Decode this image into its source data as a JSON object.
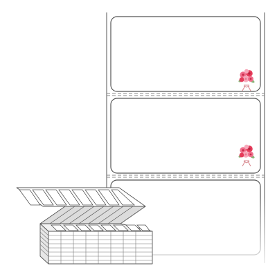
{
  "product": {
    "kind": "fanfold-label-stock",
    "label_count_visible": 3,
    "label_shape": "rounded-rectangle",
    "perforation": "dashed",
    "motif_icon": "flower-bouquet-icon"
  },
  "colors": {
    "outline": "#555555",
    "perforation": "#888888",
    "stack_shade": "#dcdcdc",
    "label_face": "#ffffff",
    "flower_pink": "#f06e8c",
    "flower_red": "#e53b5a",
    "flower_light": "#f7a9bb",
    "leaf_green": "#8ab47a",
    "ribbon": "#d88a90"
  }
}
